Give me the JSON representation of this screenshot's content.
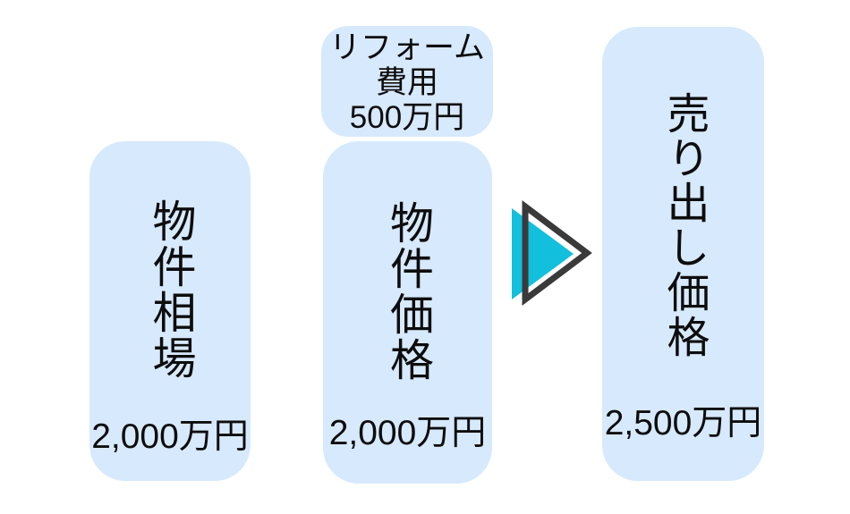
{
  "colors": {
    "box_fill": "#d7e9fc",
    "arrow_fill": "#12bfdc",
    "arrow_outline": "#3a3a3a",
    "text": "#0d0d0d"
  },
  "diagram": {
    "market_box": {
      "label": "物件相場",
      "amount": "2,000万円"
    },
    "reform_box": {
      "lines": [
        "リフォーム",
        "費用",
        "500万円"
      ]
    },
    "price_box": {
      "label": "物件価格",
      "amount": "2,000万円"
    },
    "arrow": "right-arrow",
    "sale_box": {
      "label": "売り出し価格",
      "amount": "2,500万円"
    }
  }
}
